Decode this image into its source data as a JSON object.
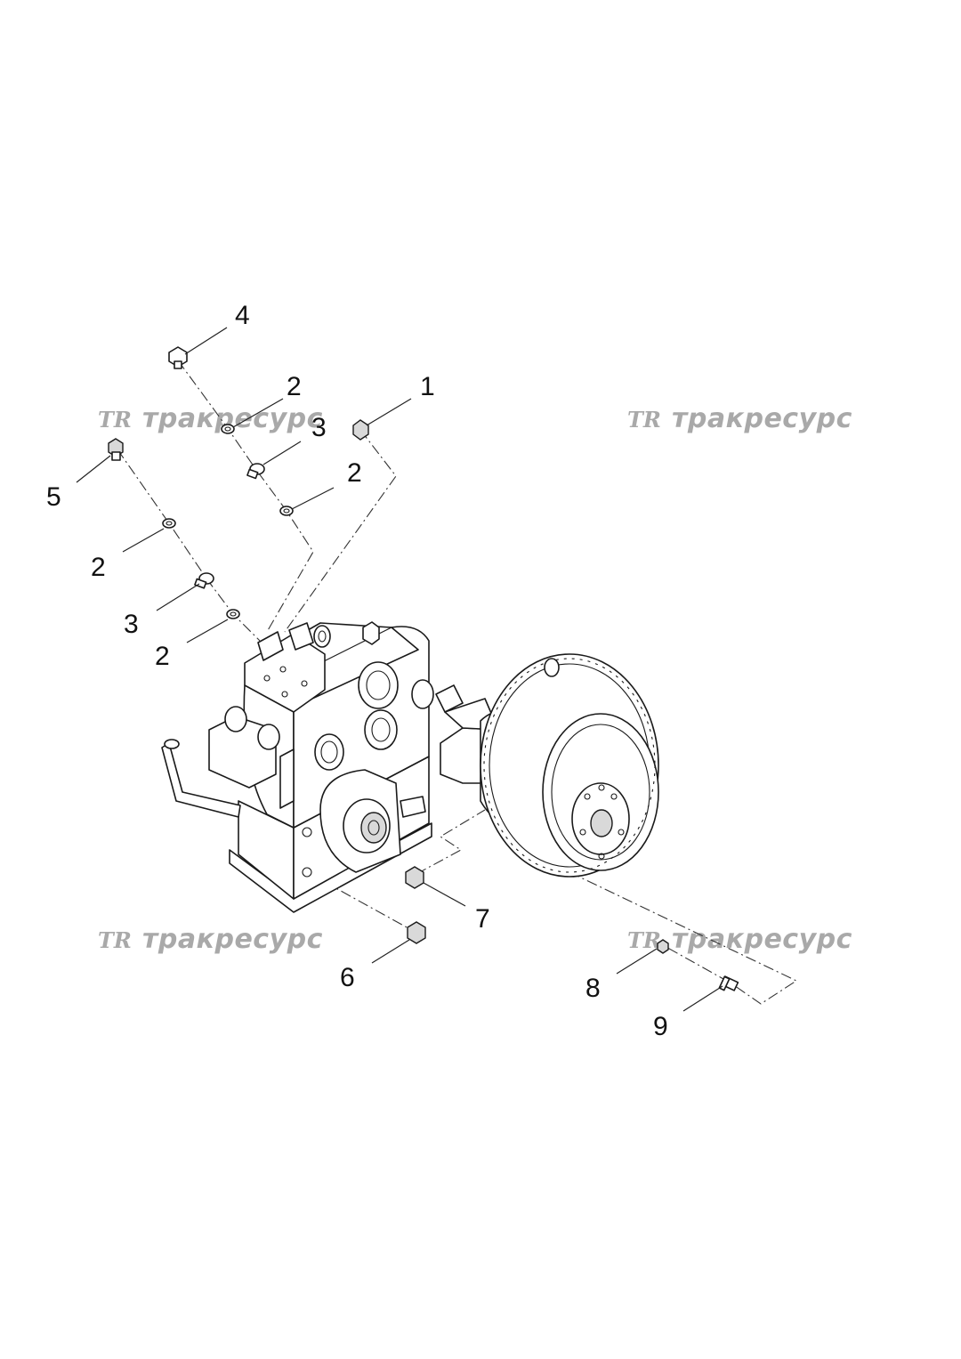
{
  "watermark": {
    "logo": "TR",
    "text": "тракресурс"
  },
  "callouts": [
    {
      "id": "c1",
      "label": "1"
    },
    {
      "id": "c2a",
      "label": "2"
    },
    {
      "id": "c2b",
      "label": "2"
    },
    {
      "id": "c2c",
      "label": "2"
    },
    {
      "id": "c2d",
      "label": "2"
    },
    {
      "id": "c3a",
      "label": "3"
    },
    {
      "id": "c3b",
      "label": "3"
    },
    {
      "id": "c4",
      "label": "4"
    },
    {
      "id": "c5",
      "label": "5"
    },
    {
      "id": "c6",
      "label": "6"
    },
    {
      "id": "c7",
      "label": "7"
    },
    {
      "id": "c8",
      "label": "8"
    },
    {
      "id": "c9",
      "label": "9"
    }
  ]
}
